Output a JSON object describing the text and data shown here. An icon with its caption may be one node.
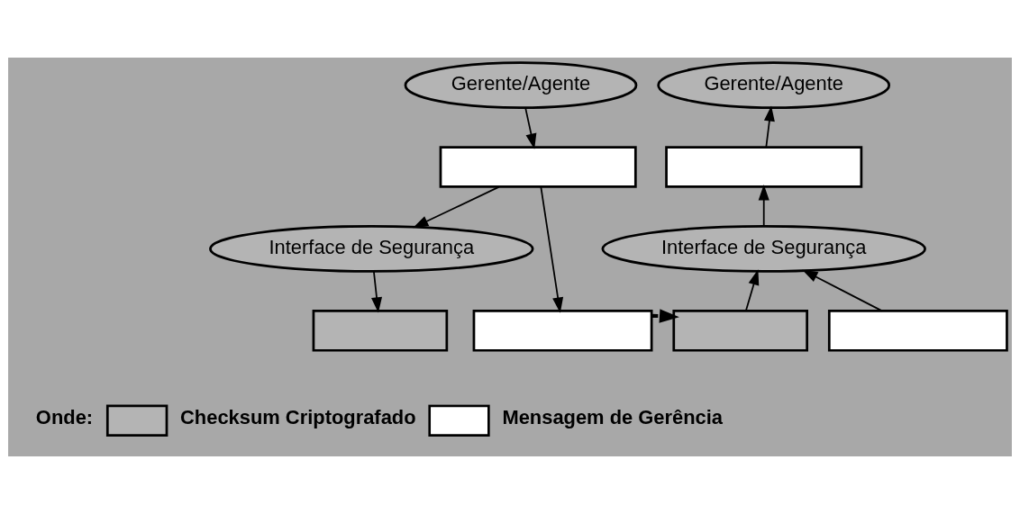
{
  "diagram": {
    "nodes": [
      {
        "text": [
          "Gerente/Agente"
        ]
      },
      {
        "text": [],
        "shape": "box"
      },
      {
        "text": [
          "Interface de Segurança"
        ]
      },
      {
        "text": [],
        "shape": "box"
      },
      {
        "text": [],
        "shape": "box"
      },
      {
        "text": [
          "Gerente/Agente"
        ]
      },
      {
        "text": [],
        "shape": "box"
      },
      {
        "text": [
          "Interface de Segurança"
        ]
      },
      {
        "text": [],
        "shape": "box"
      },
      {
        "text": [],
        "shape": "box"
      }
    ],
    "edges": [
      {
        "from": 0,
        "to": 1,
        "arrow": "to"
      },
      {
        "from": 1,
        "to": 2,
        "arrow": "to"
      },
      {
        "from": 1,
        "to": 4,
        "arrow": "to"
      },
      {
        "from": 2,
        "to": 3,
        "arrow": "to"
      },
      {
        "from": 4,
        "to": 8,
        "arrow": "to",
        "style": "dashed"
      },
      {
        "from": 8,
        "to": 7,
        "arrow": "to"
      },
      {
        "from": 9,
        "to": 7,
        "arrow": "to"
      },
      {
        "from": 7,
        "to": 6,
        "arrow": "to"
      },
      {
        "from": 6,
        "to": 5,
        "arrow": "to"
      }
    ],
    "labels": [
      "Onde:"
    ],
    "legend": [
      {
        "text": "Checksum Criptografado",
        "color": "#b4b4b4"
      },
      {
        "text": "Mensagem de Gerência",
        "color": "#ffffff"
      }
    ]
  }
}
